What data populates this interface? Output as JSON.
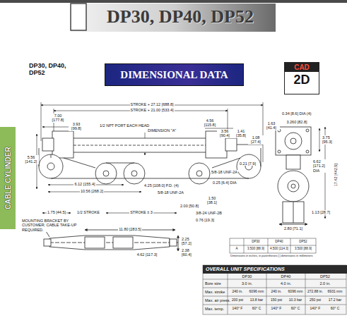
{
  "diagram": {
    "title": "DP30, DP40, DP52",
    "nodes": [
      {
        "text": [
          "DIMENSIONAL DATA"
        ]
      },
      {
        "text": [
          "CABLE CYLINDER"
        ]
      },
      {
        "text": [
          "CAD",
          "2D"
        ]
      },
      {
        "text": [
          "OVERALL UNIT SPECIFICATIONS"
        ]
      }
    ],
    "labels": [
      "DP30, DP40, DP52",
      "STROKE + 27.12 [688.8]",
      "STROKE + 21.00 [533.4]",
      "7.00 [177.8]",
      "3.93 [99.8]",
      "1/2 NPT PORT EACH HEAD",
      "DIMENSION \"A\"",
      "4.56 [115.8]",
      "3.56 [90.4]",
      "1.41 [35.8]",
      "1.08 [27.4]",
      "0.34 [8.6] DIA (4)",
      "1.63 [41.4]",
      "3.260 [82.8]",
      "3.75 [95.3]",
      "0.21 [7.9]",
      "5.56 [141.2]",
      "6.12 [155.4]",
      "10.56 [268.2]",
      "4.25 [108.0] P.D. (4)",
      "0.25 [6.4] DIA",
      "5/8-18 UNF-2A",
      "5/8-18 UNF-2A",
      "1.50 [38.1]",
      "2.00 [50.8]",
      "3/8-24 UNF-2B",
      "0.76 [19.3]",
      "1/2 STROKE",
      "STROKE ± 3",
      "MOUNTING BRACKET BY CUSTOMER; CABLE TAKE-UP REQUIRED.",
      "11.80 [283.5]",
      "1.75 [44.5]",
      "4.62 [117.3]",
      "2.25 [57.2]",
      "2.38 [60.4]",
      "17.42 [442.5]",
      "6.62 [171.2] DIA",
      "1.13 [28.7]",
      "2.80 [71.1]",
      "DP30",
      "DP40",
      "DP52",
      "A",
      "3.500 [88.9]",
      "4.500 [114.3]",
      "3.500 [88.9]",
      "Dimensions in inches, in parentheses [ ] dimensions in millimeters",
      "DP30",
      "DP40",
      "DP52",
      "Bore size",
      "3.0 in.",
      "4.0 in.",
      "2.0 in.",
      "Max. stroke",
      "240 in.",
      "6096 mm",
      "240 in.",
      "6096 mm",
      "272.88 in.",
      "6931 mm",
      "Max. air press.",
      "200 psi",
      "13.8 bar",
      "150 psi",
      "10.3 bar",
      "250 psi",
      "17.2 bar",
      "Max. temp.",
      "140° F",
      "60° C",
      "140° F",
      "60° C",
      "140° F",
      "60° C"
    ]
  }
}
